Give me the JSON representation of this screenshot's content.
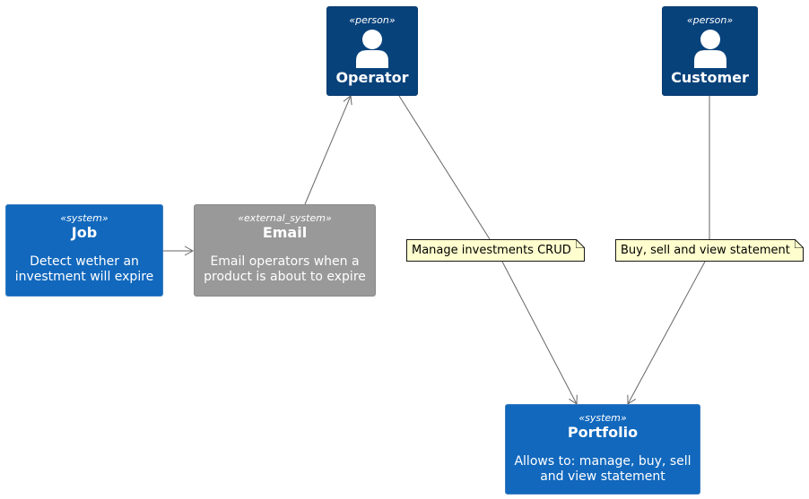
{
  "nodes": {
    "operator": {
      "stereotype": "«person»",
      "name": "Operator",
      "icon": "person-icon"
    },
    "customer": {
      "stereotype": "«person»",
      "name": "Customer",
      "icon": "person-icon"
    },
    "job": {
      "stereotype": "«system»",
      "name": "Job",
      "description": "Detect wether an investment will expire"
    },
    "email": {
      "stereotype": "«external_system»",
      "name": "Email",
      "description": "Email operators when a product is about to expire"
    },
    "portfolio": {
      "stereotype": "«system»",
      "name": "Portfolio",
      "description": "Allows to: manage, buy, sell and view statement"
    }
  },
  "notes": {
    "operator_portfolio": "Manage investments CRUD",
    "customer_portfolio": "Buy, sell and view statement"
  },
  "colors": {
    "person": "#08427b",
    "system": "#1168bd",
    "external_system": "#999999",
    "note": "#fefece",
    "edge": "#666666"
  }
}
